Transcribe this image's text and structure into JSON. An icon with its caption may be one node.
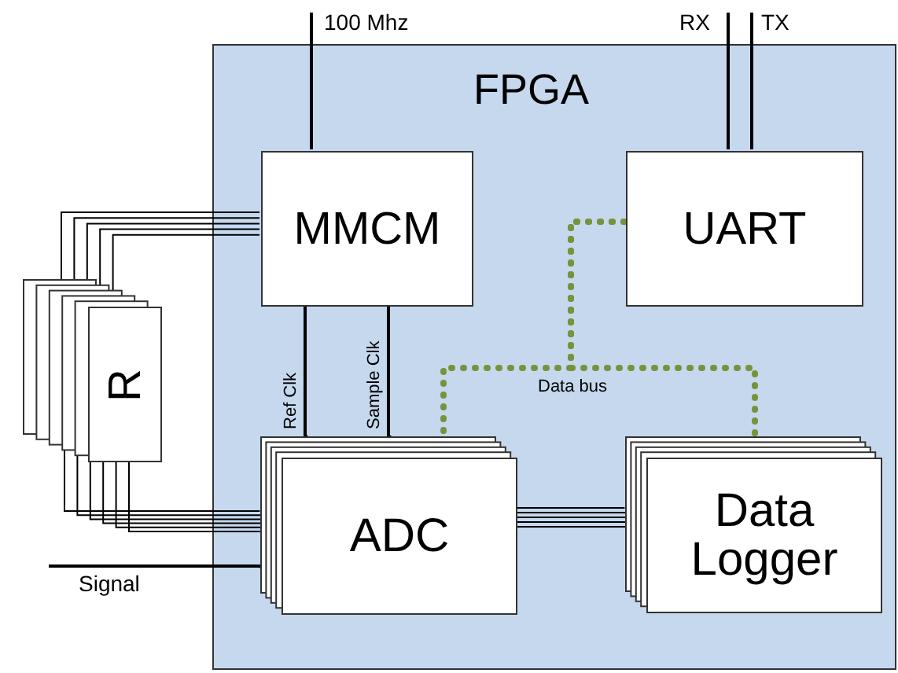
{
  "diagram": {
    "nodes": [
      {
        "text": [
          "FPGA"
        ]
      },
      {
        "text": [
          "MMCM"
        ],
        "in": 0
      },
      {
        "text": [
          "UART"
        ],
        "in": 0
      },
      {
        "text": [
          "R"
        ]
      },
      {
        "text": [
          "ADC"
        ],
        "in": 0
      },
      {
        "text": [
          "Data Logger"
        ],
        "in": 0
      }
    ],
    "edges": [
      {
        "from": null,
        "to": 1,
        "arrow": "none",
        "label": "100 Mhz"
      },
      {
        "from": null,
        "to": 2,
        "arrow": "none",
        "label": "RX"
      },
      {
        "from": null,
        "to": 2,
        "arrow": "none",
        "label": "TX"
      },
      {
        "from": 1,
        "to": 3,
        "arrow": "none"
      },
      {
        "from": 3,
        "to": 4,
        "arrow": "none"
      },
      {
        "from": 1,
        "to": 4,
        "arrow": "none",
        "label": "Ref Clk"
      },
      {
        "from": 1,
        "to": 4,
        "arrow": "none",
        "label": "Sample Clk"
      },
      {
        "from": null,
        "to": 4,
        "arrow": "none",
        "label": "Signal"
      },
      {
        "from": 4,
        "to": 5,
        "arrow": "none"
      },
      {
        "from": 2,
        "to": 4,
        "arrow": "none",
        "style": "dashed",
        "color": "#77933c"
      },
      {
        "from": 2,
        "to": 5,
        "arrow": "none",
        "style": "dashed",
        "color": "#77933c",
        "label": "Data bus"
      }
    ]
  }
}
